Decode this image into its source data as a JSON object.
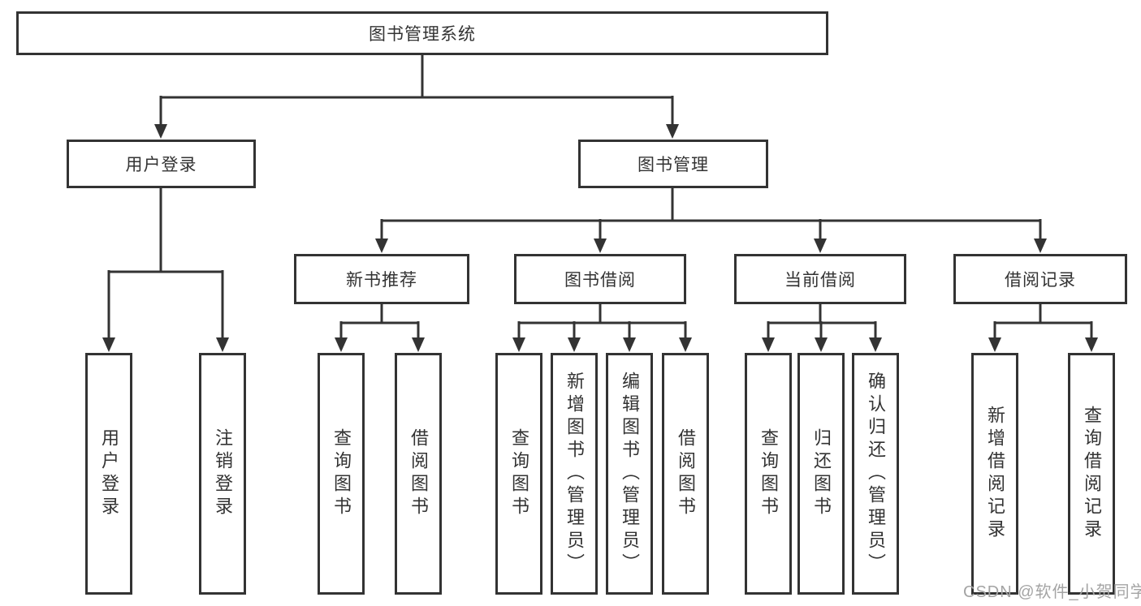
{
  "colors": {
    "line": "#333333",
    "text": "#333333",
    "box_background": "#ffffff",
    "watermark": "#a4a4a4"
  },
  "tree": {
    "root": {
      "label": "图书管理系统"
    },
    "children": [
      {
        "label": "用户登录",
        "children": [
          {
            "label": "用户登录"
          },
          {
            "label": "注销登录"
          }
        ]
      },
      {
        "label": "图书管理",
        "children": [
          {
            "label": "新书推荐",
            "children": [
              {
                "label": "查询图书"
              },
              {
                "label": "借阅图书"
              }
            ]
          },
          {
            "label": "图书借阅",
            "children": [
              {
                "label": "查询图书"
              },
              {
                "label": "新增图书（管理员）"
              },
              {
                "label": "编辑图书（管理员）"
              },
              {
                "label": "借阅图书"
              }
            ]
          },
          {
            "label": "当前借阅",
            "children": [
              {
                "label": "查询图书"
              },
              {
                "label": "归还图书"
              },
              {
                "label": "确认归还（管理员）"
              }
            ]
          },
          {
            "label": "借阅记录",
            "children": [
              {
                "label": "新增借阅记录"
              },
              {
                "label": "查询借阅记录"
              }
            ]
          }
        ]
      }
    ]
  },
  "watermark": {
    "text": "CSDN @软件_小贺同学"
  }
}
